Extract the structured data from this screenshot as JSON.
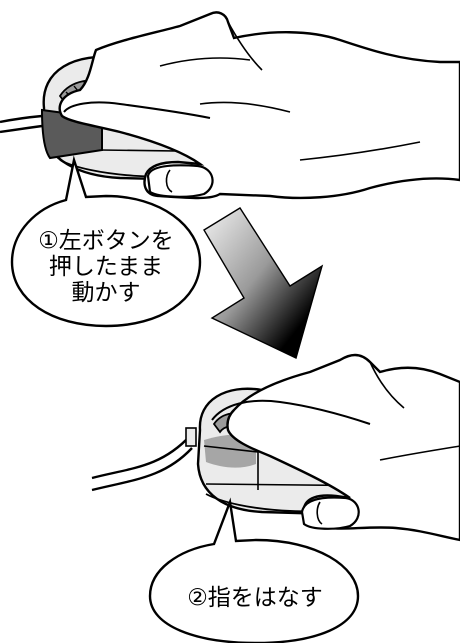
{
  "steps": [
    {
      "lines": [
        "①左ボタンを",
        "押したまま",
        "動かす"
      ]
    },
    {
      "lines": [
        "②指をはなす"
      ]
    }
  ],
  "colors": {
    "outline": "#000000",
    "mouse_body": "#ebebeb",
    "mouse_shadow": "#cfcfcf",
    "button_pressed": "#5a5a5a",
    "button_released": "#a6a6a6",
    "arrow_dark": "#000000",
    "arrow_light": "#f2f2f2",
    "background": "#ffffff"
  },
  "icons": {
    "arrow": "down-right-arrow-icon",
    "mouse": "mouse-icon",
    "hand": "hand-icon"
  }
}
